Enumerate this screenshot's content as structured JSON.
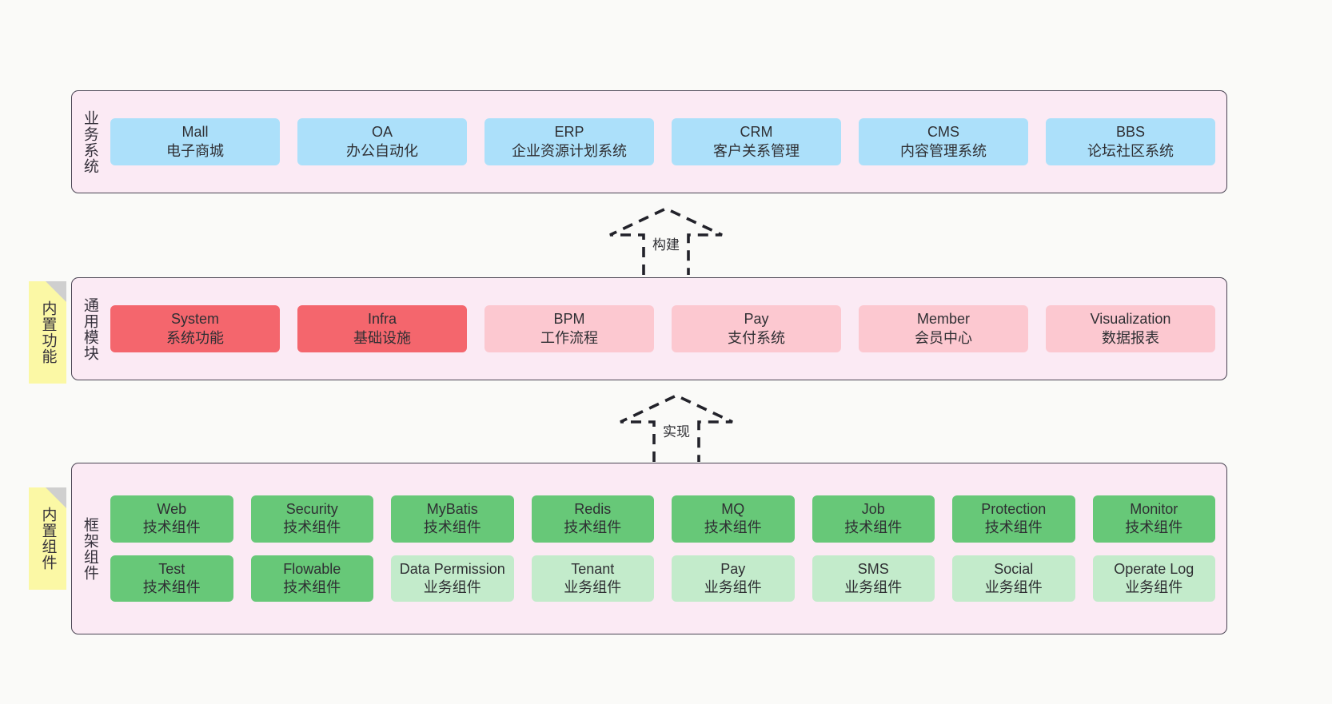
{
  "diagram": {
    "background": "#fafaf8",
    "panel_fill": "#fbeaf4",
    "panel_stroke": "#4a4453",
    "note_fill": "#fbf8a5",
    "colors": {
      "business": "#ace0fa",
      "core_module": "#f4666d",
      "module": "#fcc8d0",
      "tech_component": "#67c878",
      "biz_component": "#c3ebcb"
    }
  },
  "layers": {
    "business": {
      "title": "业务系统",
      "items": [
        {
          "name": "Mall",
          "desc": "电子商城"
        },
        {
          "name": "OA",
          "desc": "办公自动化"
        },
        {
          "name": "ERP",
          "desc": "企业资源计划系统"
        },
        {
          "name": "CRM",
          "desc": "客户关系管理"
        },
        {
          "name": "CMS",
          "desc": "内容管理系统"
        },
        {
          "name": "BBS",
          "desc": "论坛社区系统"
        }
      ]
    },
    "common": {
      "title": "通用模块",
      "note": "内置功能",
      "items": [
        {
          "name": "System",
          "desc": "系统功能"
        },
        {
          "name": "Infra",
          "desc": "基础设施"
        },
        {
          "name": "BPM",
          "desc": "工作流程"
        },
        {
          "name": "Pay",
          "desc": "支付系统"
        },
        {
          "name": "Member",
          "desc": "会员中心"
        },
        {
          "name": "Visualization",
          "desc": "数据报表"
        }
      ]
    },
    "framework": {
      "title": "框架组件",
      "note": "内置组件",
      "row1": [
        {
          "name": "Web",
          "desc": "技术组件"
        },
        {
          "name": "Security",
          "desc": "技术组件"
        },
        {
          "name": "MyBatis",
          "desc": "技术组件"
        },
        {
          "name": "Redis",
          "desc": "技术组件"
        },
        {
          "name": "MQ",
          "desc": "技术组件"
        },
        {
          "name": "Job",
          "desc": "技术组件"
        },
        {
          "name": "Protection",
          "desc": "技术组件"
        },
        {
          "name": "Monitor",
          "desc": "技术组件"
        }
      ],
      "row2": [
        {
          "name": "Test",
          "desc": "技术组件"
        },
        {
          "name": "Flowable",
          "desc": "技术组件"
        },
        {
          "name": "Data Permission",
          "desc": "业务组件"
        },
        {
          "name": "Tenant",
          "desc": "业务组件"
        },
        {
          "name": "Pay",
          "desc": "业务组件"
        },
        {
          "name": "SMS",
          "desc": "业务组件"
        },
        {
          "name": "Social",
          "desc": "业务组件"
        },
        {
          "name": "Operate Log",
          "desc": "业务组件"
        }
      ]
    }
  },
  "connectors": [
    {
      "label": "构建"
    },
    {
      "label": "实现"
    }
  ]
}
